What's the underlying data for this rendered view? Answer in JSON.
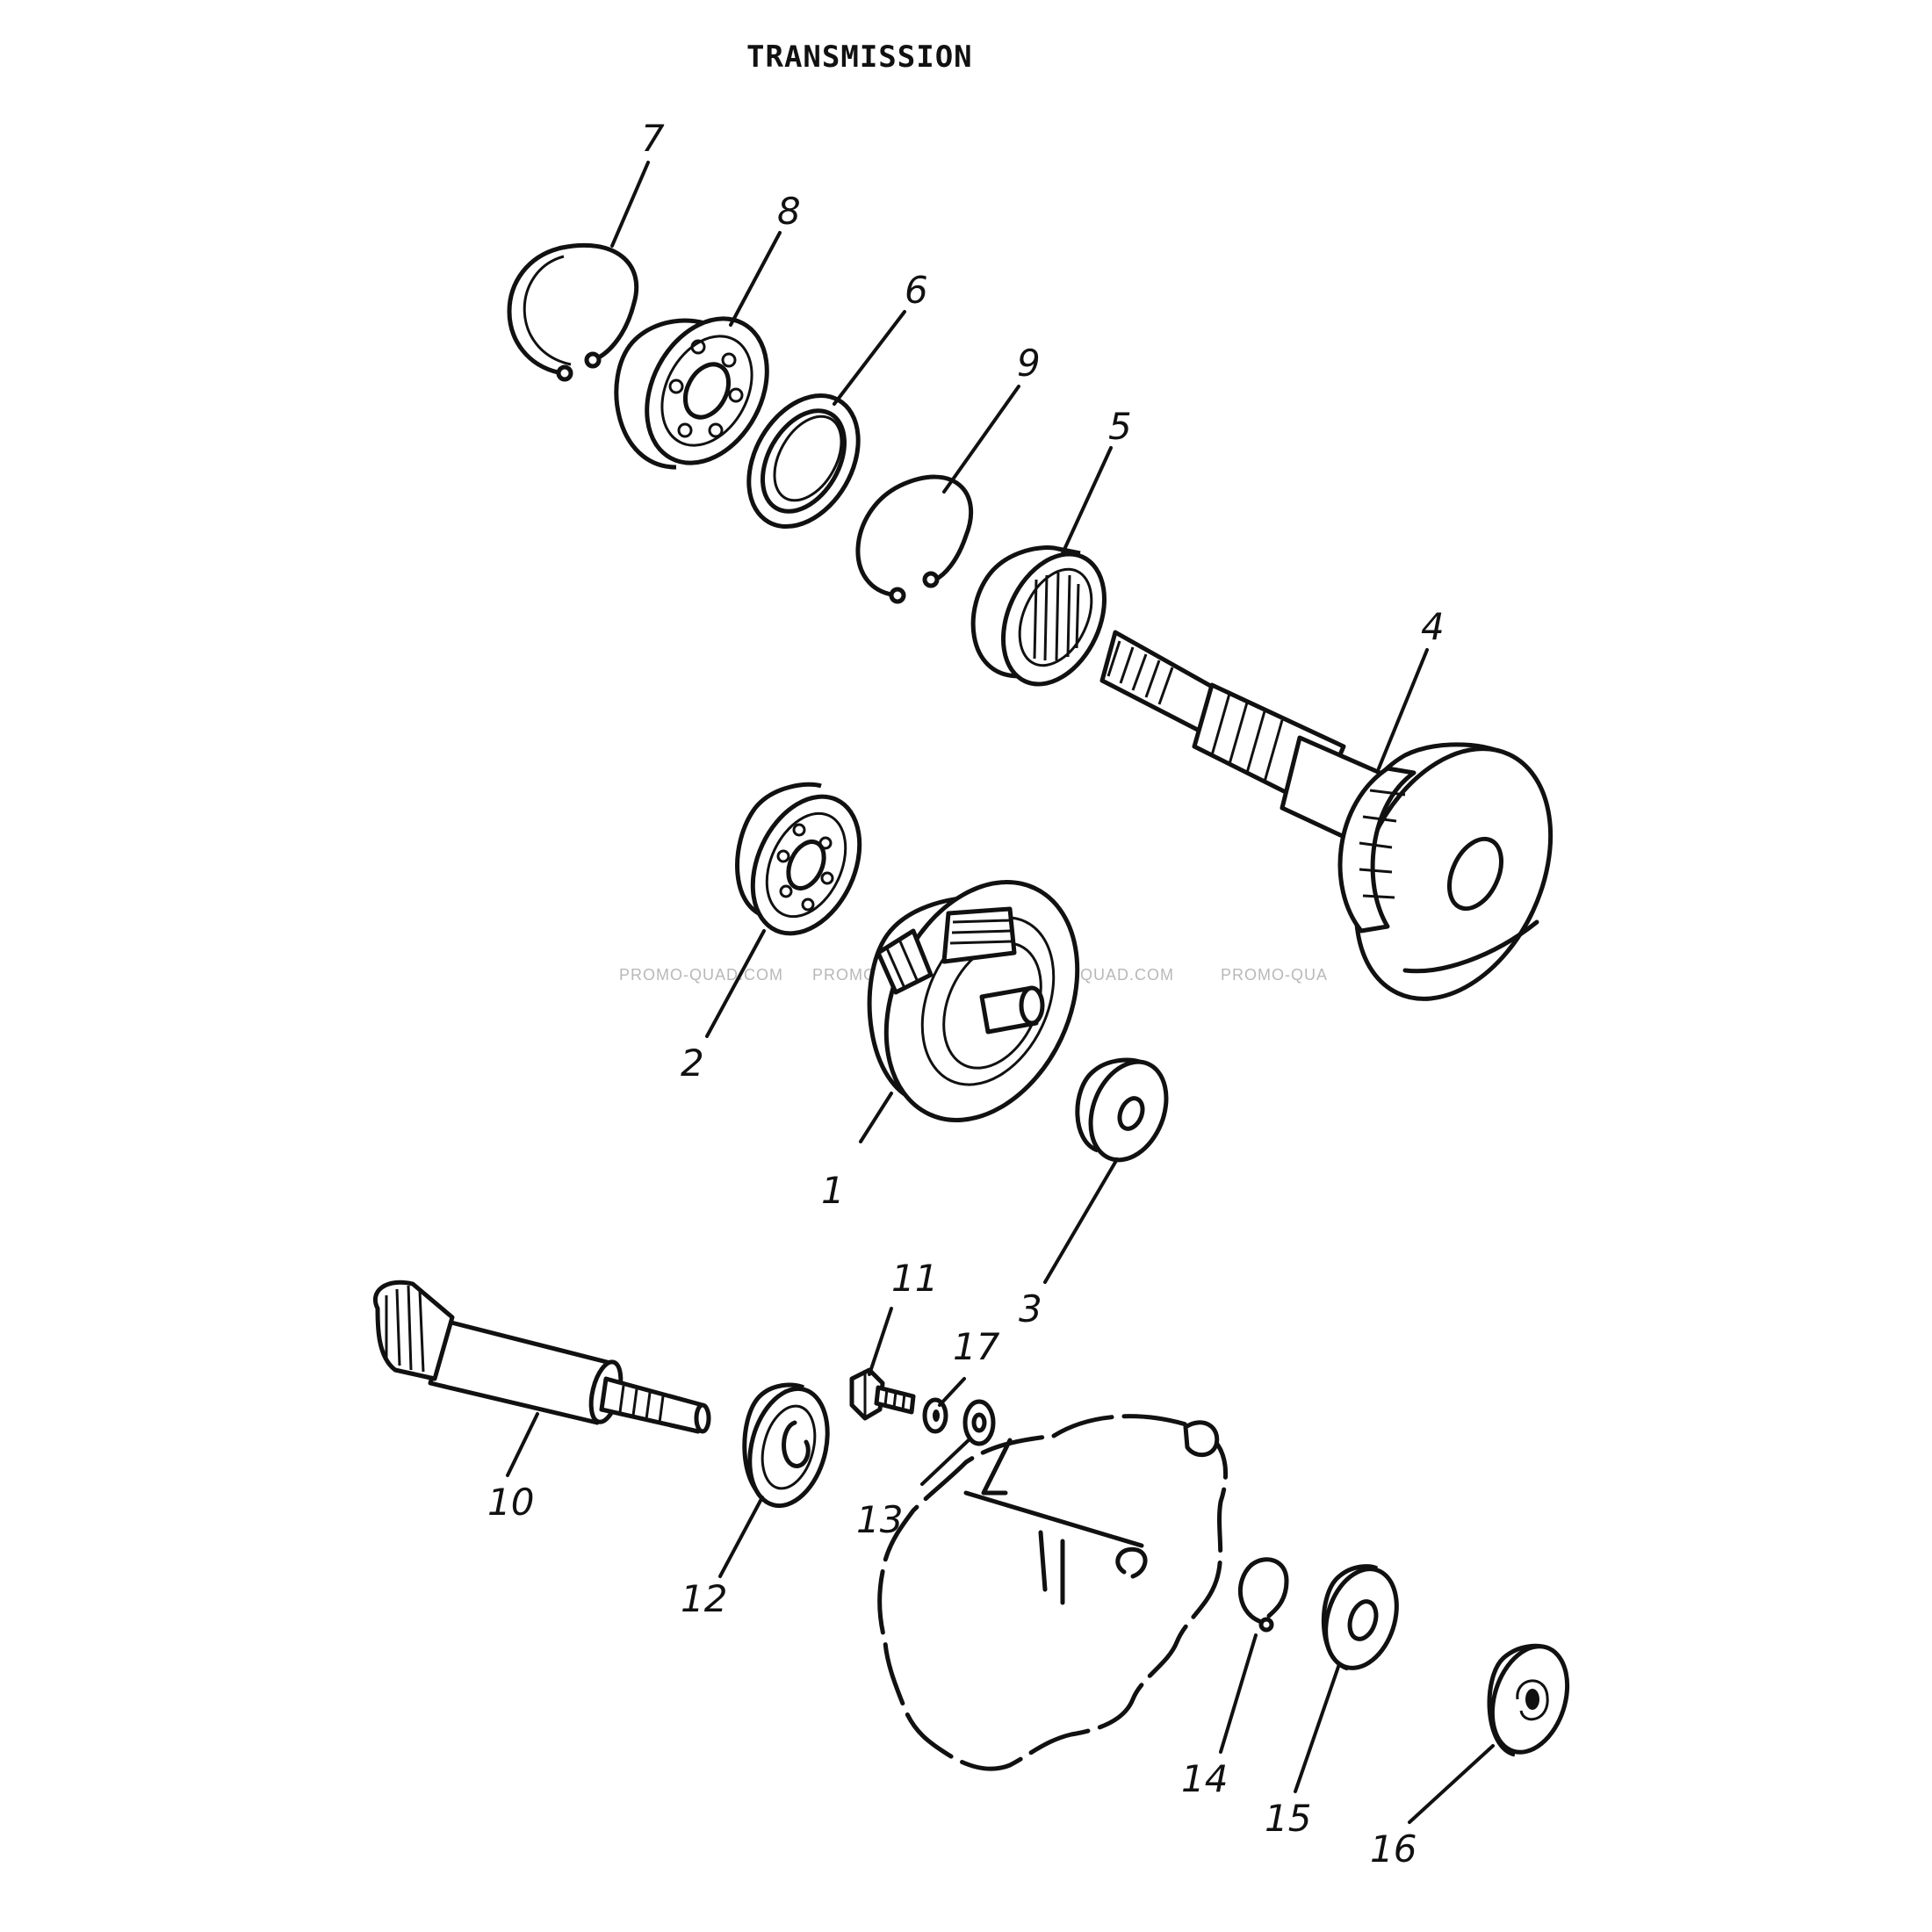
{
  "title": "TRANSMISSION",
  "watermark": [
    "PROMO-QUAD.COM",
    "PROMO-QUAD.COM",
    "PROMO-QUAD.COM",
    "PROMO-QUA"
  ],
  "callouts": {
    "c1": "1",
    "c2": "2",
    "c3": "3",
    "c4": "4",
    "c5": "5",
    "c6": "6",
    "c7": "7",
    "c8": "8",
    "c9": "9",
    "c10": "10",
    "c11": "11",
    "c12": "12",
    "c13": "13",
    "c14": "14",
    "c15": "15",
    "c16": "16",
    "c17": "17"
  },
  "colors": {
    "ink": "#111111",
    "background": "#ffffff",
    "watermark": "#b8b8b8"
  }
}
